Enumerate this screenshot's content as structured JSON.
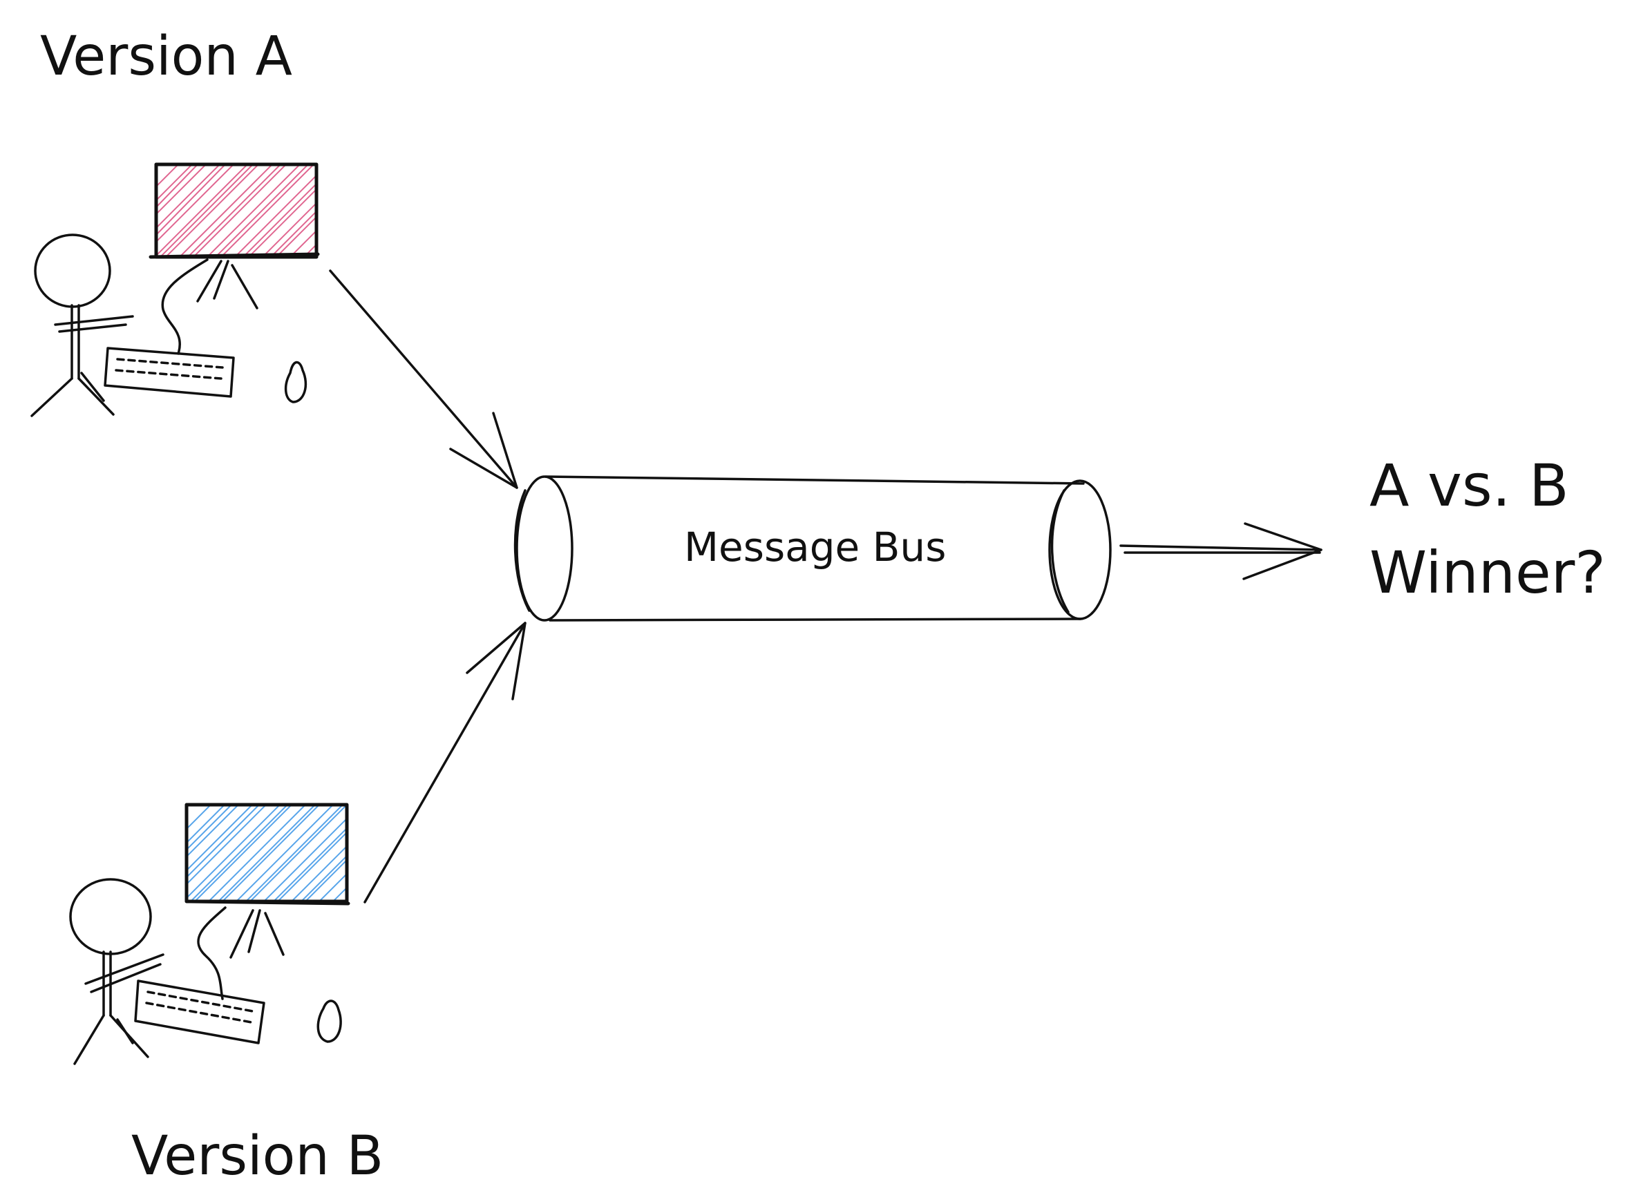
{
  "labels": {
    "version_a": "Version A",
    "version_b": "Version B",
    "message_bus": "Message Bus",
    "result_line1": "A vs. B",
    "result_line2": "Winner?"
  },
  "colors": {
    "ink": "#111111",
    "screen_a_fill": "#d6336c",
    "screen_b_fill": "#2f8fe6",
    "background": "#ffffff"
  },
  "icons": {
    "user_a": "person-at-computer-icon",
    "user_b": "person-at-computer-icon"
  }
}
